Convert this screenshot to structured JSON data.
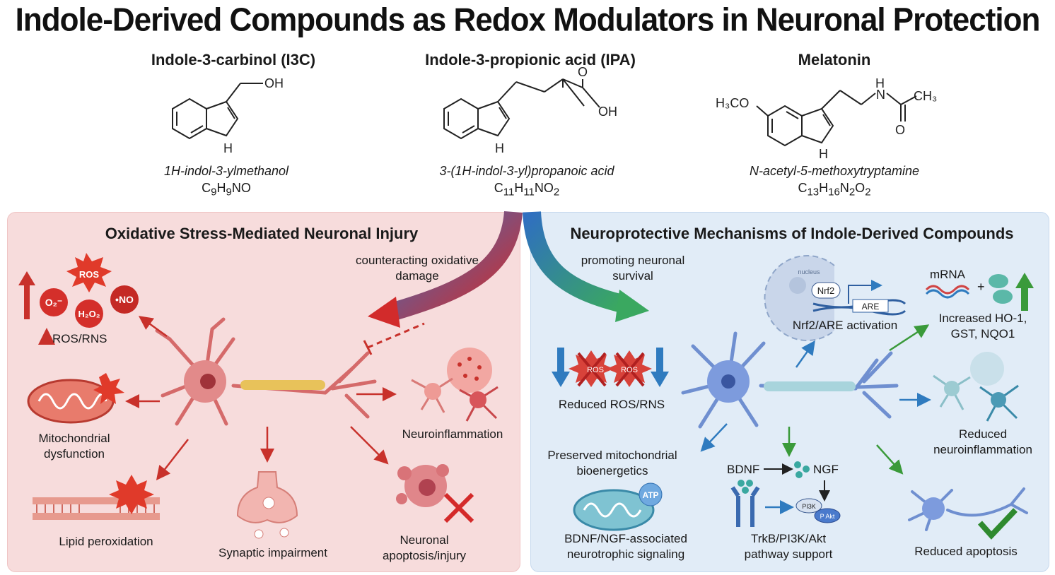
{
  "title": "Indole-Derived Compounds as Redox Modulators in Neuronal Protection",
  "compounds": [
    {
      "name": "Indole-3-carbinol (I3C)",
      "iupac": "1H-indol-3-ylmethanol",
      "formula_parts": [
        "C",
        "9",
        "H",
        "9",
        "NO"
      ],
      "groups": {
        "oh": "OH",
        "nh": "H"
      }
    },
    {
      "name": "Indole-3-propionic acid (IPA)",
      "iupac": "3-(1H-indol-3-yl)propanoic acid",
      "formula_parts": [
        "C",
        "11",
        "H",
        "11",
        "NO",
        "2"
      ],
      "groups": {
        "o": "O",
        "oh": "OH",
        "nh": "H"
      }
    },
    {
      "name": "Melatonin",
      "iupac": "N-acetyl-5-methoxytryptamine",
      "formula_parts": [
        "C",
        "13",
        "H",
        "16",
        "N",
        "2",
        "O",
        "2"
      ],
      "groups": {
        "meo": "H₃CO",
        "nh_chain": "H",
        "n": "N",
        "ch3": "CH₃",
        "o": "O",
        "nh": "H"
      }
    }
  ],
  "left_panel": {
    "title": "Oxidative Stress-Mediated Neuronal Injury",
    "arrow_label": "counteracting oxidative damage",
    "species": [
      "ROS",
      "O₂⁻",
      "H₂O₂",
      "•NO"
    ],
    "ros_rns": "ROS/RNS",
    "mito": "Mitochondrial dysfunction",
    "lipid": "Lipid peroxidation",
    "synaptic": "Synaptic impairment",
    "inflammation": "Neuroinflammation",
    "apoptosis": "Neuronal apoptosis/injury"
  },
  "right_panel": {
    "title": "Neuroprotective Mechanisms of Indole-Derived Compounds",
    "arrow_label": "promoting neuronal survival",
    "nucleus": "nucleus",
    "nrf2": "Nrf2",
    "are": "ARE",
    "nrf2_activation": "Nrf2/ARE activation",
    "mrna": "mRNA",
    "enzymes": "Increased HO-1, GST, NQO1",
    "reduced_ros": "Reduced ROS/RNS",
    "ros_mark": "ROS",
    "mito": "Preserved mitochondrial bioenergetics",
    "atp": "ATP",
    "bdnf": "BDNF",
    "ngf": "NGF",
    "pi3k": "PI3K",
    "akt": "P Akt",
    "neurotrophic": "BDNF/NGF-associated neurotrophic signaling",
    "trkb": "TrkB/PI3K/Akt pathway support",
    "reduced_inflammation": "Reduced neuroinflammation",
    "reduced_apoptosis": "Reduced apoptosis"
  },
  "colors": {
    "injury": "#c8312b",
    "protect_blue": "#2f7bbf",
    "protect_green": "#3a9a3a",
    "left_bg": "#f7dcdc",
    "right_bg": "#e1ecf7"
  }
}
